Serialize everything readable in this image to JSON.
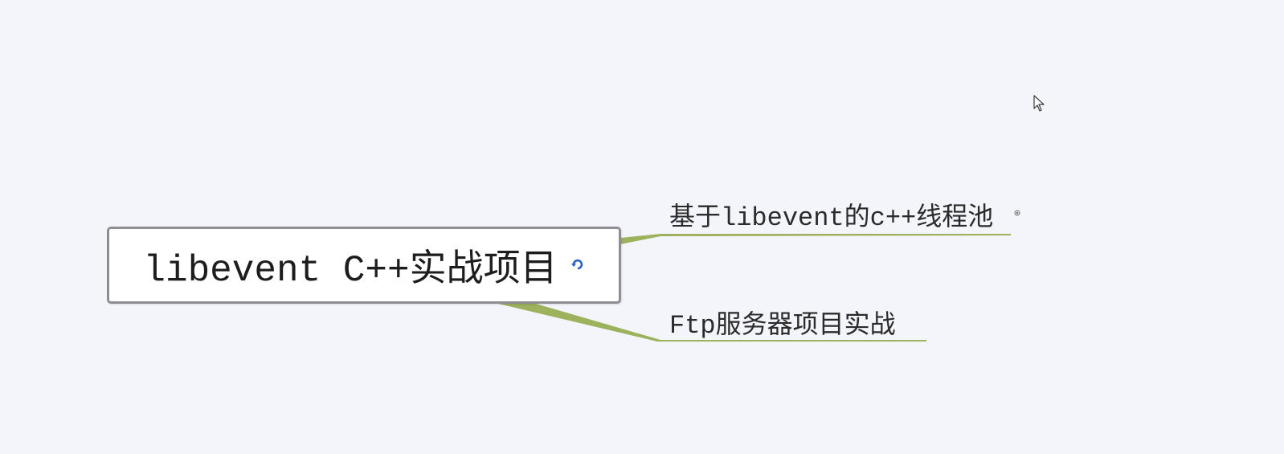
{
  "mindmap": {
    "root": {
      "label": "libevent C++实战项目",
      "icon": "note-refresh-icon"
    },
    "branches": [
      {
        "label": "基于libevent的c++线程池",
        "has_collapse_indicator": true
      },
      {
        "label": "Ftp服务器项目实战",
        "has_collapse_indicator": false
      }
    ]
  },
  "colors": {
    "background": "#f4f5fa",
    "connector": "#9cb25c",
    "root_border": "#8e8e92",
    "text": "#1d1d1d"
  },
  "icons": [
    "note-refresh-icon",
    "expand-dot-icon",
    "mouse-pointer-icon"
  ]
}
